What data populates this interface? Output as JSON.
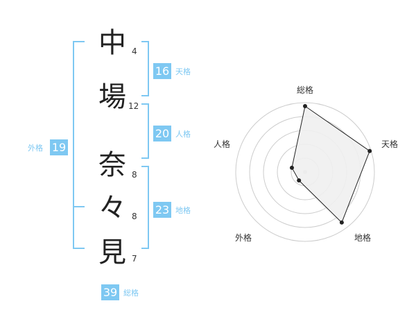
{
  "name": {
    "chars": [
      {
        "char": "中",
        "strokes": "4"
      },
      {
        "char": "場",
        "strokes": "12"
      },
      {
        "char": "奈",
        "strokes": "8"
      },
      {
        "char": "々",
        "strokes": "8"
      },
      {
        "char": "見",
        "strokes": "7"
      }
    ]
  },
  "fortunes": {
    "tenkaku": {
      "value": "16",
      "label": "天格"
    },
    "jinkaku": {
      "value": "20",
      "label": "人格"
    },
    "chikaku": {
      "value": "23",
      "label": "地格"
    },
    "gaikaku": {
      "value": "19",
      "label": "外格"
    },
    "soukaku": {
      "value": "39",
      "label": "総格"
    }
  },
  "chart_data": {
    "type": "radar",
    "axes": [
      "総格",
      "天格",
      "地格",
      "外格",
      "人格"
    ],
    "values": [
      0.95,
      0.98,
      0.9,
      0.15,
      0.2
    ],
    "range": [
      0,
      1
    ],
    "rings": 5,
    "colors": {
      "fill": "#efefef",
      "line": "#222222",
      "grid": "#cccccc",
      "accent": "#7ec8f2"
    }
  }
}
